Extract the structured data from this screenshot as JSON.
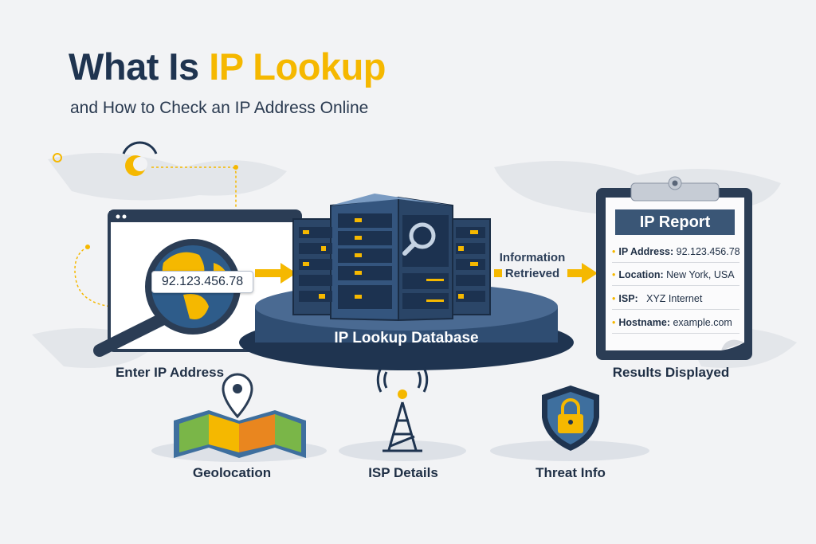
{
  "title": {
    "prefix": "What Is ",
    "highlight": "IP Lookup"
  },
  "subtitle": "and How to Check an IP Address Online",
  "steps": {
    "enter": {
      "label": "Enter IP Address",
      "ip_value": "92.123.456.78"
    },
    "database": {
      "label": "IP Lookup Database"
    },
    "retrieved": {
      "line1": "Information",
      "line2": "Retrieved"
    },
    "results": {
      "label": "Results Displayed"
    }
  },
  "report": {
    "title": "IP Report",
    "rows": [
      {
        "key": "IP Address:",
        "value": "92.123.456.78"
      },
      {
        "key": "Location:",
        "value": "New York, USA"
      },
      {
        "key": "ISP:",
        "value": "XYZ Internet"
      },
      {
        "key": "Hostname:",
        "value": "example.com"
      }
    ]
  },
  "features": [
    {
      "label": "Geolocation",
      "icon": "map-pin-icon"
    },
    {
      "label": "ISP Details",
      "icon": "antenna-tower-icon"
    },
    {
      "label": "Threat Info",
      "icon": "shield-lock-icon"
    }
  ],
  "colors": {
    "navy": "#1f3450",
    "accent": "#f5b800",
    "panel": "#3a5676"
  }
}
